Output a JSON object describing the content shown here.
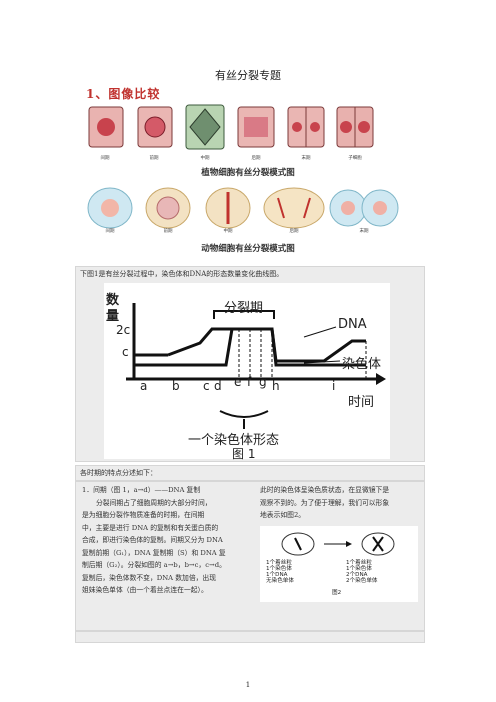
{
  "doc": {
    "title": "有丝分裂专题",
    "section": "1、图像比较",
    "page": "1"
  },
  "plant": {
    "caption": "植物细胞有丝分裂模式图",
    "labels": [
      "间期",
      "前期",
      "中期",
      "后期",
      "末期",
      "子细胞"
    ]
  },
  "animal": {
    "caption": "动物细胞有丝分裂模式图",
    "labels": [
      "间期",
      "前期",
      "中期",
      "后期",
      "末期"
    ]
  },
  "fig1": {
    "intro": "下图1是有丝分裂过程中，染色体和DNA的形态数量变化曲线图。",
    "ylabel1": "数",
    "ylabel2": "量",
    "y2c": "2c",
    "yc": "c",
    "bracket": "分裂期",
    "dna": "DNA",
    "chrom": "染色体",
    "xlabel": "时间",
    "xticks": [
      "a",
      "b",
      "c",
      "d",
      "e",
      "f",
      "g",
      "h",
      "i"
    ],
    "bottom": "一个染色体形态",
    "figcap": "图 1"
  },
  "features": "各时期的特点分述如下：",
  "left": {
    "l1": "1．间期（图 1，a→d）——DNA 复制",
    "l2": "分裂间期占了细胞周期的大部分时间，",
    "l3": "是为细胞分裂作物质准备的时期，在间期",
    "l4": "中，主要是进行 DNA 的复制和有关蛋白质的",
    "l5": "合成，即进行染色体的复制。间期又分为 DNA",
    "l6": "复制前期（G₁），DNA 复制期（S）和 DNA 复",
    "l7": "制后期（G₂）。分裂如图的 a→b，b→c，c→d。",
    "l8": "复制后，染色体数不变，DNA 数加倍，出现",
    "l9": "姐妹染色单体（由一个着丝点连在一起）。"
  },
  "right": {
    "r1": "此时的染色体呈染色质状态，在显微镜下是",
    "r2": "观察不到的。为了便于理解，我们可以形象",
    "r3": "地表示如图2。"
  },
  "fig2": {
    "a1": "1个着丝粒",
    "a2": "1个染色体",
    "a3": "1个DNA",
    "a4": "无染色单体",
    "b1": "1个着丝粒",
    "b2": "1个染色体",
    "b3": "2个DNA",
    "b4": "2个染色单体",
    "cap": "图2"
  }
}
